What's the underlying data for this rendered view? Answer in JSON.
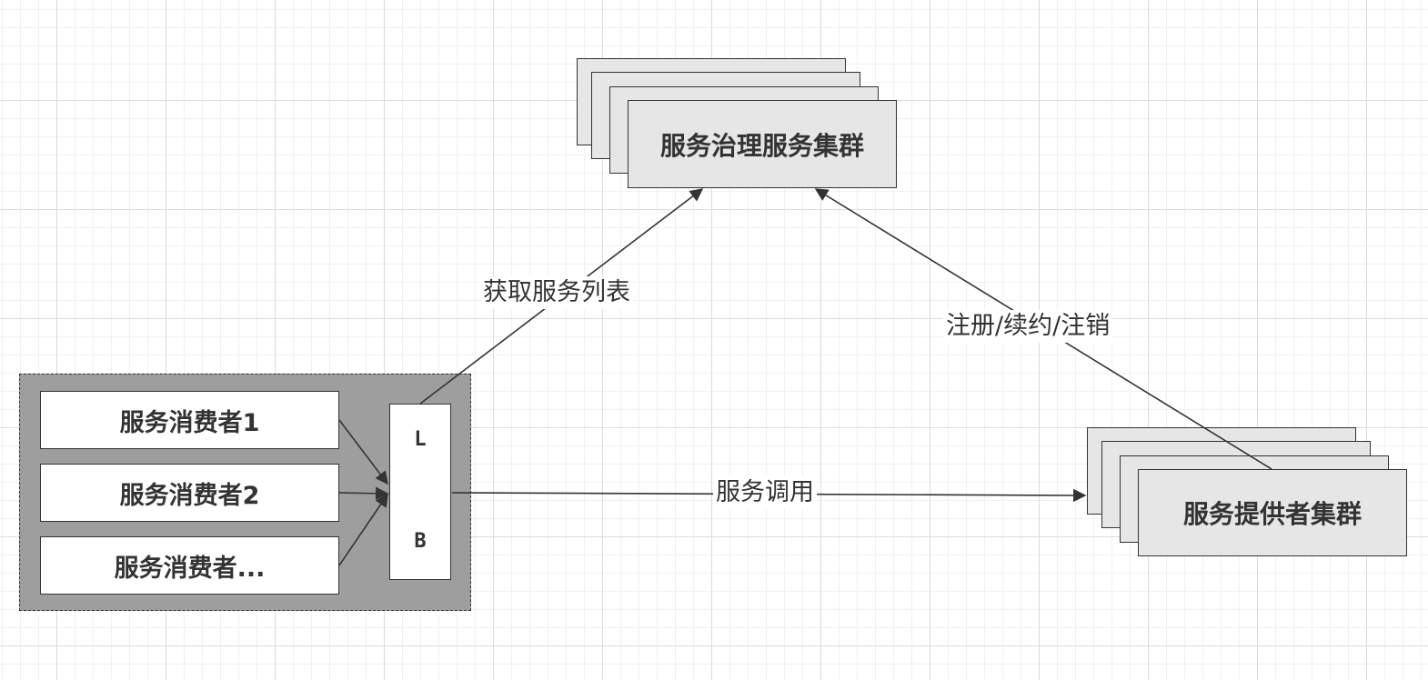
{
  "nodes": {
    "governance_cluster": "服务治理服务集群",
    "provider_cluster": "服务提供者集群",
    "consumers": [
      "服务消费者1",
      "服务消费者2",
      "服务消费者..."
    ],
    "load_balancer": {
      "top": "L",
      "bottom": "B"
    }
  },
  "edges": {
    "fetch_list": "获取服务列表",
    "register_renew_cancel": "注册/续约/注销",
    "service_call": "服务调用"
  },
  "colors": {
    "line": "#333333",
    "group_background": "#9e9e9e",
    "cluster_fill": "#e6e6e6"
  }
}
